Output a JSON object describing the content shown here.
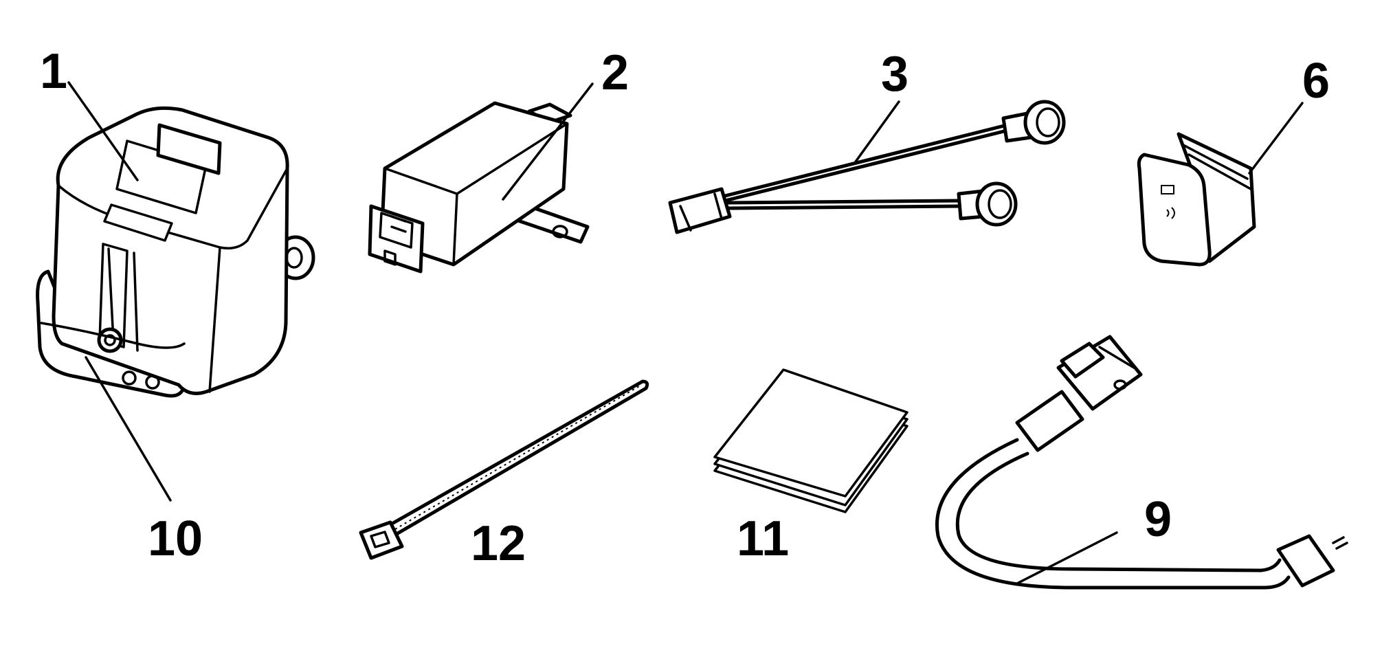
{
  "callouts": {
    "c1": "1",
    "c2": "2",
    "c3": "3",
    "c6": "6",
    "c9": "9",
    "c10": "10",
    "c11": "11",
    "c12": "12"
  },
  "colors": {
    "ink": "#000000",
    "paper": "#ffffff"
  }
}
